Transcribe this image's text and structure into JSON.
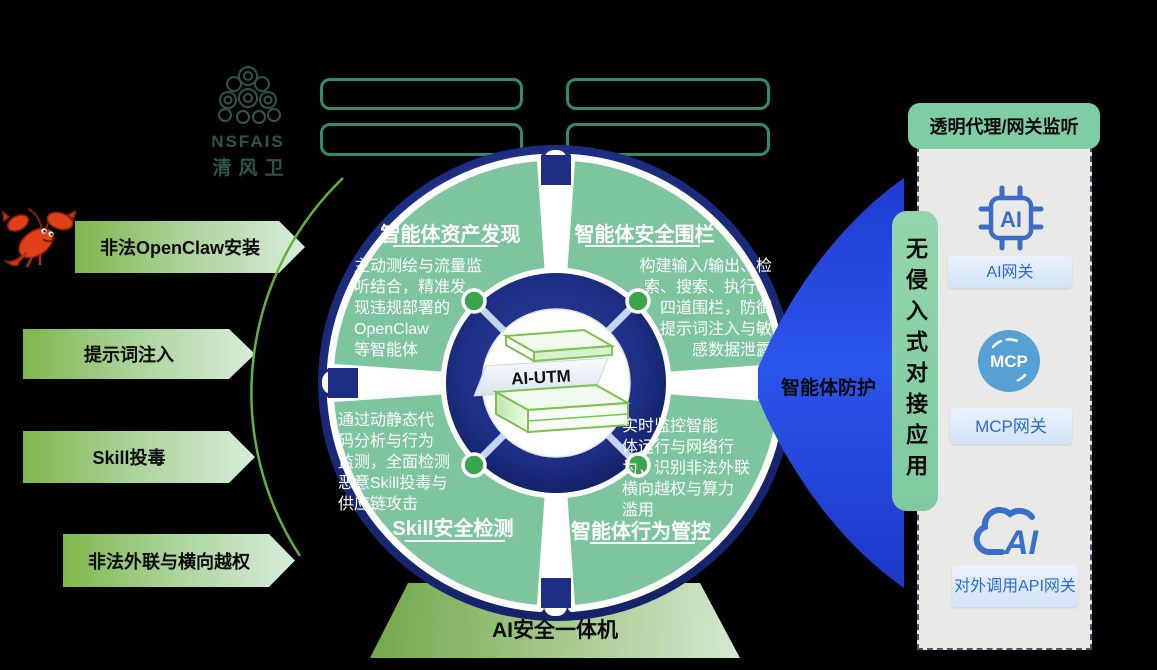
{
  "logo": {
    "brand": "NSFAIS",
    "name": "清风卫"
  },
  "threats": [
    {
      "label": "非法OpenClaw安装"
    },
    {
      "label": "提示词注入"
    },
    {
      "label": "Skill投毒"
    },
    {
      "label": "非法外联与横向越权"
    }
  ],
  "wheel": {
    "center_label": "AI-UTM",
    "quadrants": [
      {
        "title": "智能体资产发现",
        "body": "主动测绘与流量监\n听结合，精准发\n现违规部署的\nOpenClaw\n等智能体"
      },
      {
        "title": "智能体安全围栏",
        "body": "构建输入/输出、检\n索、搜索、执行、\n四道围栏，防御\n提示词注入与敏\n感数据泄露"
      },
      {
        "title": "Skill安全检测",
        "body": "通过动静态代\n码分析与行为\n监测，全面检测\n恶意Skill投毒与\n供应链攻击"
      },
      {
        "title": "智能体行为管控",
        "body": "实时监控智能\n体运行与网络行\n为，识别非法外联\n横向越权与算力\n滥用"
      }
    ]
  },
  "protection_label": "智能体防护",
  "bridge_label": "无侵入式对接应用",
  "panel": {
    "header": "透明代理/网关监听",
    "gateways": [
      {
        "icon": "ai-chip",
        "icon_text": "AI",
        "label": "AI网关"
      },
      {
        "icon": "mcp-circle",
        "icon_text": "MCP",
        "label": "MCP网关"
      },
      {
        "icon": "ai-cloud",
        "icon_text": "AI",
        "label": "对外调用API网关"
      }
    ]
  },
  "appliance_label": "AI安全一体机",
  "colors": {
    "background": "#000000",
    "quadrant_green": "#7cc59e",
    "navy_ring": "#1d2e84",
    "funnel_blue": "#2a52e8",
    "bar_green": "#8bd0a6",
    "header_green": "#7fcda4",
    "arrow_gradient_start": "#7fb64c",
    "arrow_gradient_end": "#d7ecda",
    "box_border": "#2f8d6e",
    "gateway_blue": "#3a6cc8",
    "logo_green": "#2c564a"
  }
}
